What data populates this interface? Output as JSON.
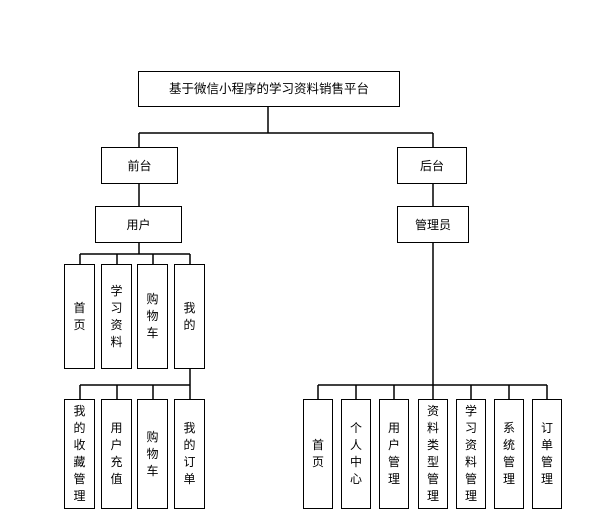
{
  "title": "基于微信小程序的学习资料销售平台",
  "frontend": {
    "label": "前台",
    "role": "用户",
    "items": [
      "首页",
      "学习资料",
      "购物车",
      "我的"
    ],
    "sub_items": [
      "我的收藏管理",
      "用户充值",
      "购物车",
      "我的订单"
    ]
  },
  "backend": {
    "label": "后台",
    "role": "管理员",
    "items": [
      "首页",
      "个人中心",
      "用户管理",
      "资料类型管理",
      "学习资料管理",
      "系统管理",
      "订单管理"
    ]
  }
}
